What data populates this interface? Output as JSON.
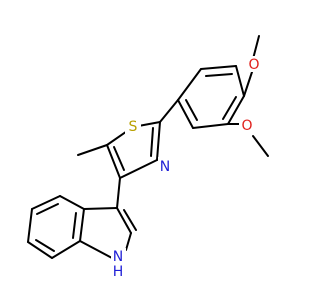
{
  "molecule": {
    "atoms": {
      "sulfur": "S",
      "thiazole_nitrogen": "N",
      "methoxy_oxygen_top": "O",
      "methoxy_oxygen_bottom": "O",
      "indole_nitrogen": "N",
      "indole_hydrogen": "H"
    }
  },
  "colors": {
    "bond": "#000000",
    "sulfur": "#b8a000",
    "nitrogen": "#1f1fd6",
    "oxygen": "#e0201c",
    "background": "#ffffff"
  }
}
